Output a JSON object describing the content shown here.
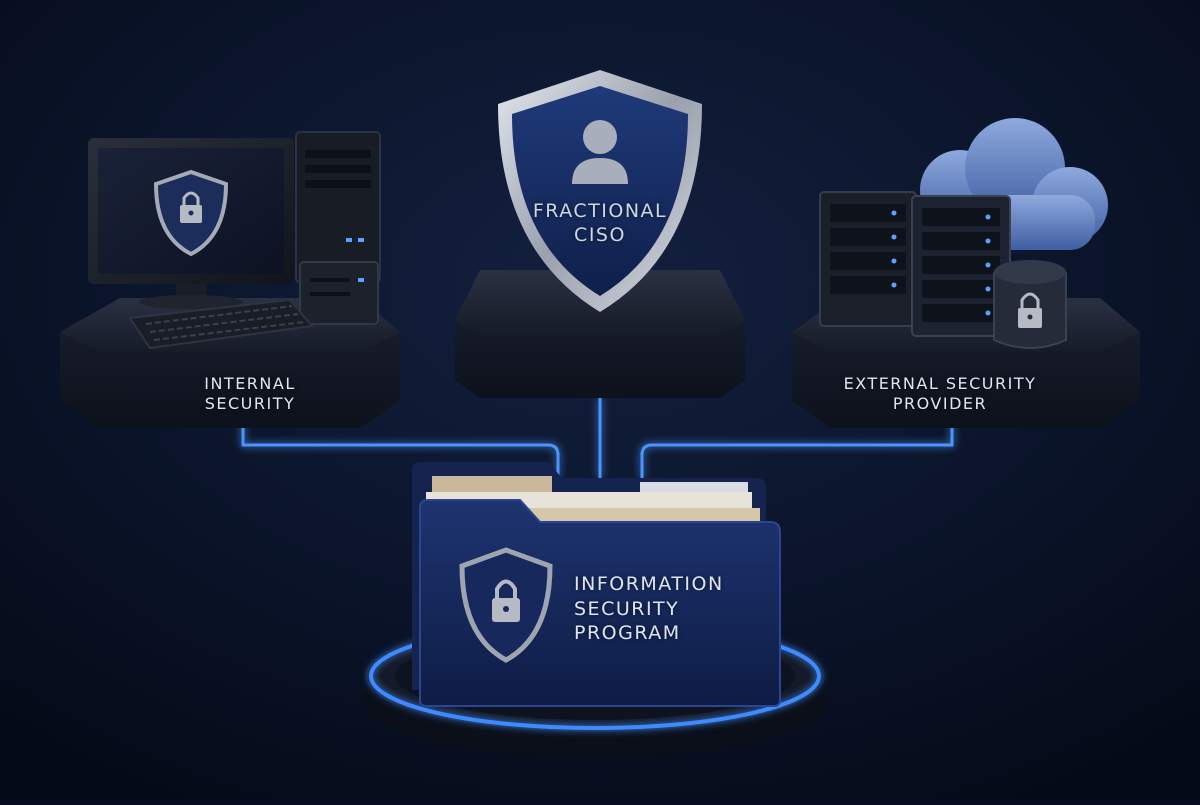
{
  "nodes": {
    "internal": {
      "lines": [
        "INTERNAL",
        "SECURITY"
      ]
    },
    "ciso": {
      "lines": [
        "FRACTIONAL",
        "CISO"
      ]
    },
    "external": {
      "lines": [
        "EXTERNAL SECURITY",
        "PROVIDER"
      ]
    },
    "program": {
      "lines": [
        "INFORMATION",
        "SECURITY",
        "PROGRAM"
      ]
    }
  },
  "colors": {
    "background": "#070d1f",
    "glow": "#3d8bff",
    "platform": "#1a2030",
    "navy": "#14285a",
    "silver": "#b8bcc6"
  }
}
